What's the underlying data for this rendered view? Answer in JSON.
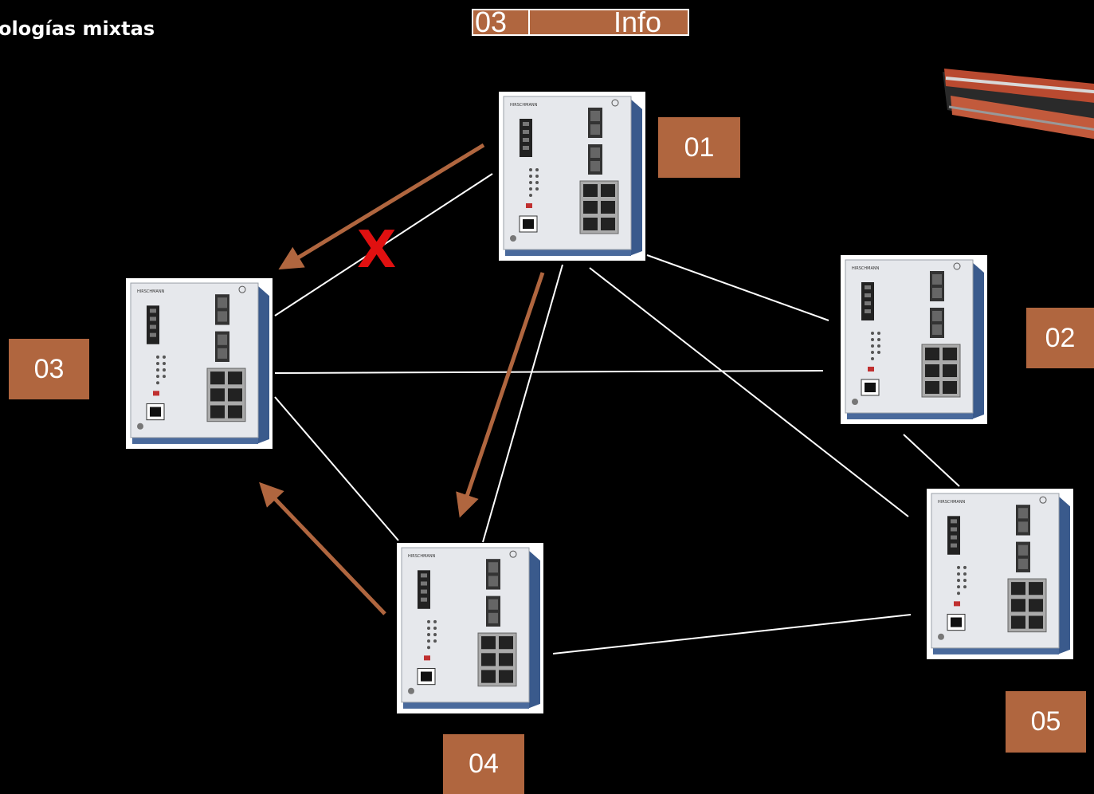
{
  "title": "ologías mixtas",
  "info": {
    "number": "03",
    "label": "Info"
  },
  "fail_marker": "X",
  "nodes": [
    {
      "id": "01",
      "label": "01"
    },
    {
      "id": "02",
      "label": "02"
    },
    {
      "id": "03",
      "label": "03"
    },
    {
      "id": "04",
      "label": "04"
    },
    {
      "id": "05",
      "label": "05"
    }
  ],
  "switch_brand": "HIRSCHMANN",
  "colors": {
    "accent": "#b0663f",
    "arrow": "#b0663f",
    "fail": "#e01010",
    "link": "#ffffff",
    "background": "#000000"
  }
}
